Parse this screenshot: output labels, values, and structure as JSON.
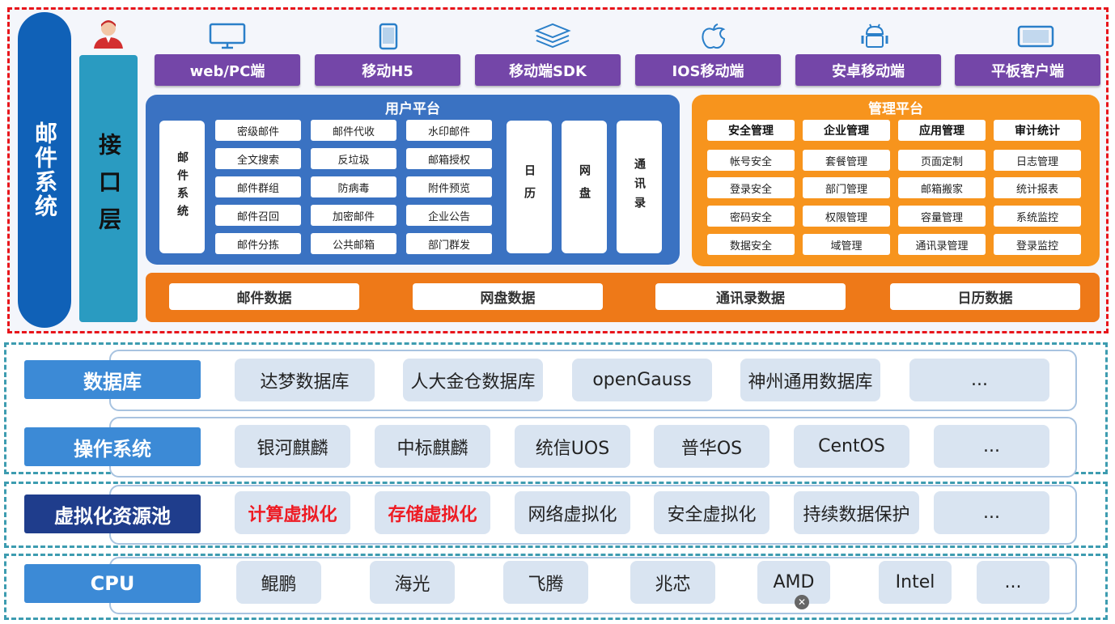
{
  "mail_system": "邮件系统",
  "interface_layer": "接口层",
  "devices": [
    {
      "label": "web/PC端",
      "icon": "monitor-icon"
    },
    {
      "label": "移动H5",
      "icon": "tablet-icon"
    },
    {
      "label": "移动端SDK",
      "icon": "layers-icon"
    },
    {
      "label": "IOS移动端",
      "icon": "apple-icon"
    },
    {
      "label": "安卓移动端",
      "icon": "android-icon"
    },
    {
      "label": "平板客户端",
      "icon": "tablet-landscape-icon"
    }
  ],
  "user_platform": {
    "title": "用户平台",
    "mail_col": "邮件系统",
    "items": [
      [
        "密级邮件",
        "邮件代收",
        "水印邮件"
      ],
      [
        "全文搜索",
        "反垃圾",
        "邮箱授权"
      ],
      [
        "邮件群组",
        "防病毒",
        "附件预览"
      ],
      [
        "邮件召回",
        "加密邮件",
        "企业公告"
      ],
      [
        "邮件分拣",
        "公共邮箱",
        "部门群发"
      ]
    ],
    "calendar": "日历",
    "netdisk": "网盘",
    "contacts": "通讯录"
  },
  "mgmt_platform": {
    "title": "管理平台",
    "headers": [
      "安全管理",
      "企业管理",
      "应用管理",
      "审计统计"
    ],
    "rows": [
      [
        "帐号安全",
        "套餐管理",
        "页面定制",
        "日志管理"
      ],
      [
        "登录安全",
        "部门管理",
        "邮箱搬家",
        "统计报表"
      ],
      [
        "密码安全",
        "权限管理",
        "容量管理",
        "系统监控"
      ],
      [
        "数据安全",
        "域管理",
        "通讯录管理",
        "登录监控"
      ]
    ]
  },
  "data_layer": [
    "邮件数据",
    "网盘数据",
    "通讯录数据",
    "日历数据"
  ],
  "database": {
    "label": "数据库",
    "items": [
      "达梦数据库",
      "人大金仓数据库",
      "openGauss",
      "神州通用数据库",
      "..."
    ]
  },
  "os": {
    "label": "操作系统",
    "items": [
      "银河麒麟",
      "中标麒麟",
      "统信UOS",
      "普华OS",
      "CentOS",
      "..."
    ]
  },
  "virtualization": {
    "label": "虚拟化资源池",
    "items": [
      "计算虚拟化",
      "存储虚拟化",
      "网络虚拟化",
      "安全虚拟化",
      "持续数据保护",
      "..."
    ]
  },
  "cpu": {
    "label": "CPU",
    "items": [
      "鲲鹏",
      "海光",
      "飞腾",
      "兆芯",
      "AMD",
      "Intel",
      "..."
    ]
  },
  "colors": {
    "red_dashed": "#e8151b",
    "teal_dashed": "#3d9cb0",
    "purple": "#7446a8",
    "blue": "#3a72c2",
    "orange": "#f7941d",
    "highlight_red": "#ee1c24"
  }
}
